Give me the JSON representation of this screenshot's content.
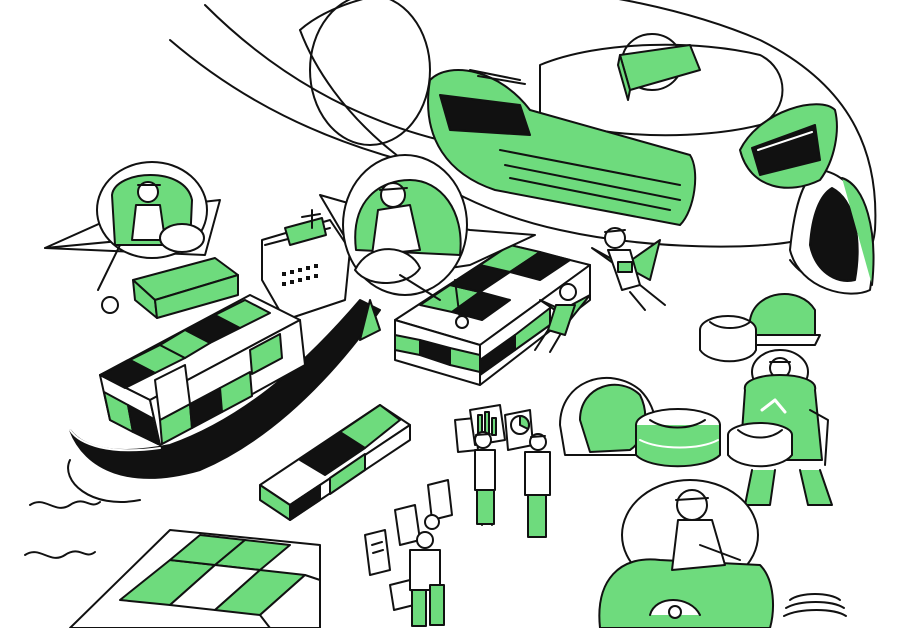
{
  "illustration": {
    "colors": {
      "accent": "#6edb7d",
      "ink": "#111111",
      "paper": "#ffffff"
    },
    "subjects": [
      "cargo-airplane",
      "container-ship",
      "shipping-containers",
      "flying-workers",
      "robot-mech-worker",
      "dome-vehicles",
      "chart-board-workers",
      "paper-document-workers"
    ]
  }
}
